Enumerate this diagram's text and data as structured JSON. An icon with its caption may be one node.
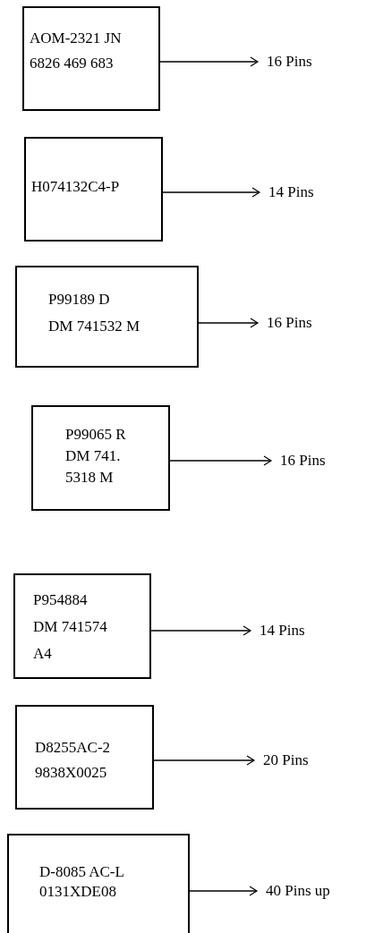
{
  "diagram": {
    "nodes": [
      {
        "text": [
          "AOM-2321 JN",
          "6826 469 683"
        ]
      },
      {
        "text": [
          "H074132C4-P"
        ]
      },
      {
        "text": [
          "P99189 D",
          "DM 741532 M"
        ]
      },
      {
        "text": [
          "P99065 R",
          "DM 741. 5318 M"
        ]
      },
      {
        "text": [
          "P954884",
          "DM 741574",
          "A4"
        ]
      },
      {
        "text": [
          "D8255AC-2",
          "9838X0025"
        ]
      },
      {
        "text": [
          "D-8085 AC-L",
          "0131XDE08"
        ]
      },
      {
        "text": [
          "16 Pins"
        ]
      },
      {
        "text": [
          "14 Pins"
        ]
      },
      {
        "text": [
          "16 Pins"
        ]
      },
      {
        "text": [
          "16 Pins"
        ]
      },
      {
        "text": [
          "14 Pins"
        ]
      },
      {
        "text": [
          "20 Pins"
        ]
      },
      {
        "text": [
          "40 Pins up"
        ]
      }
    ],
    "edges": [
      {
        "from": 0,
        "to": 7,
        "arrow": "to"
      },
      {
        "from": 1,
        "to": 8,
        "arrow": "to"
      },
      {
        "from": 2,
        "to": 9,
        "arrow": "to"
      },
      {
        "from": 3,
        "to": 10,
        "arrow": "to"
      },
      {
        "from": 4,
        "to": 11,
        "arrow": "to"
      },
      {
        "from": 5,
        "to": 12,
        "arrow": "to"
      },
      {
        "from": 6,
        "to": 13,
        "arrow": "to"
      }
    ]
  }
}
